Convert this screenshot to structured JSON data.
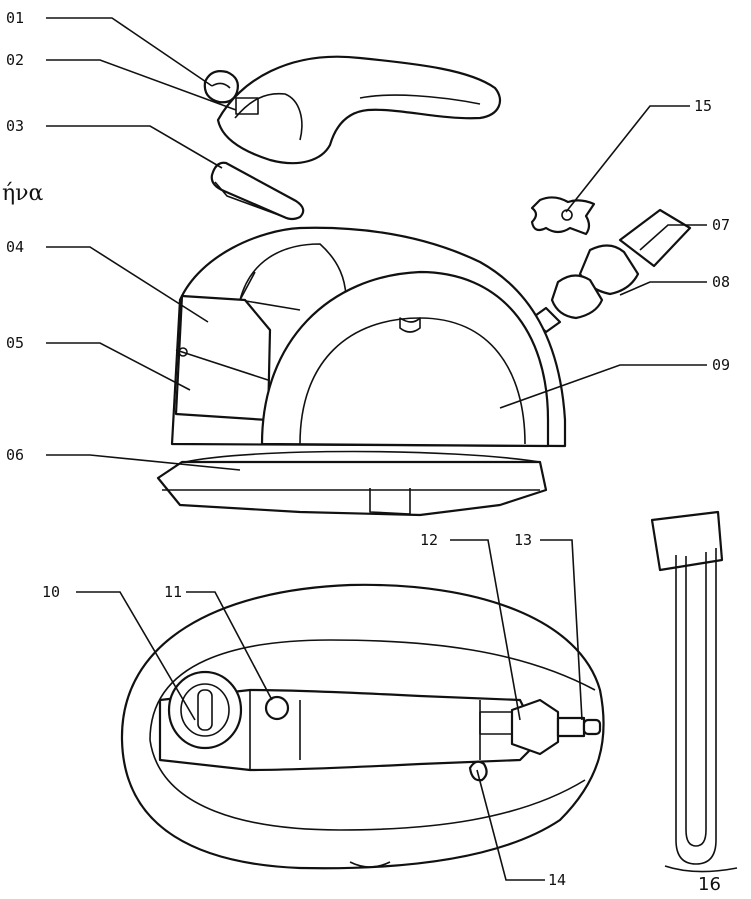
{
  "page": {
    "text_fragment": "ήνα"
  },
  "diagram": {
    "labels": [
      "01",
      "02",
      "03",
      "04",
      "05",
      "06",
      "07",
      "08",
      "09",
      "10",
      "11",
      "12",
      "13",
      "14",
      "15",
      "16"
    ]
  }
}
